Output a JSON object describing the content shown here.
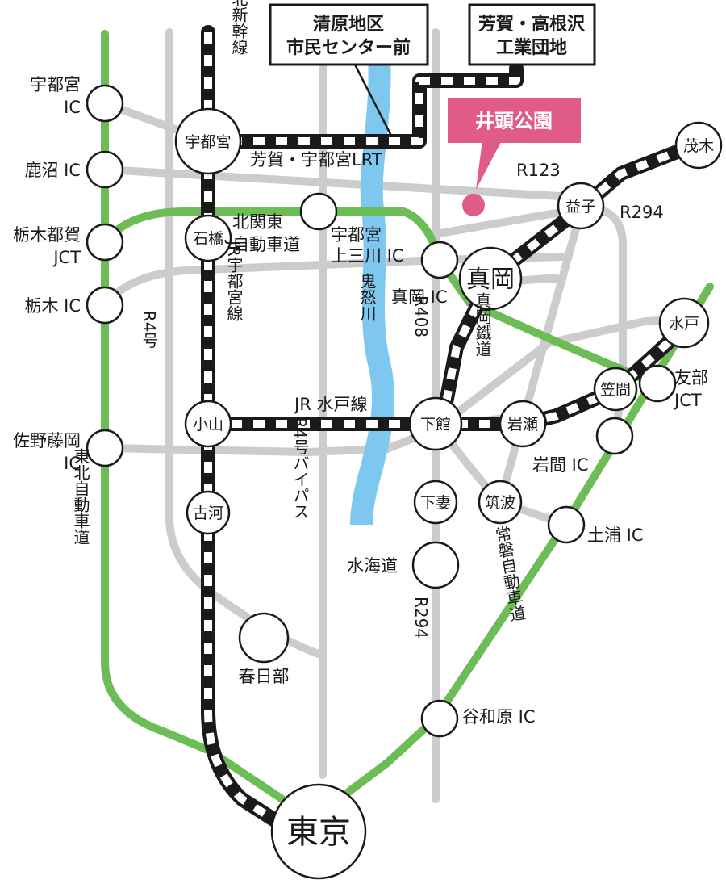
{
  "destination": {
    "name": "井頭公園",
    "color": "#e05c86"
  },
  "stations": {
    "utsunomiya": "宇都宮",
    "ishibashi": "石橋",
    "oyama": "小山",
    "koga": "古河",
    "tokyo": "東京",
    "shimodate": "下館",
    "moka": "真岡",
    "mashiko": "益子",
    "motegi": "茂木",
    "mito": "水戸",
    "kasama": "笠間",
    "iwase": "岩瀬",
    "shimotsuma": "下妻",
    "tsukuba": "筑波"
  },
  "labels": {
    "utsunomiya_ic_1": "宇都宮",
    "utsunomiya_ic_2": "IC",
    "kanuma_ic": "鹿沼 IC",
    "tochigitsuga_jct_1": "栃木都賀",
    "tochigitsuga_jct_2": "JCT",
    "tochigi_ic": "栃木 IC",
    "sano_ic_1": "佐野藤岡",
    "sano_ic_2": "IC",
    "kitakanto_1": "北関東",
    "kitakanto_2": "自動車道",
    "kaminokawa_1": "宇都宮",
    "kaminokawa_2": "上三川 IC",
    "moka_ic": "真岡 IC",
    "lrt": "芳賀・宇都宮LRT",
    "jr_mito_line": "JR 水戸線",
    "r123": "R123",
    "r294_top": "R294",
    "tomobe_1": "友部",
    "tomobe_2": "JCT",
    "iwama_ic": "岩間 IC",
    "tsuchiura_ic": "土浦 IC",
    "yawara_ic": "谷和原 IC",
    "mitsukaido": "水海道",
    "kasukabe": "春日部",
    "shinkansen_vert": "東北新幹線",
    "jr_utsunomiya_vert": "JR宇都宮線",
    "r4_vert": "R4号",
    "r4_bypass_vert": "R4号バイパス",
    "kinugawa_vert": "鬼怒川",
    "r408_vert": "R408",
    "moka_railway_vert": "真岡鐵道",
    "r294_vert": "R294",
    "tohoku_exp_vert": "東北自動車道",
    "joban_exp_vert": "常磐自動車道",
    "kiyohara_1": "清原地区",
    "kiyohara_2": "市民センター前",
    "haga_1": "芳賀・高根沢",
    "haga_2": "工業団地"
  },
  "colors": {
    "expressway": "#6cbd55",
    "road": "#cccccc",
    "river": "#7ec8ef",
    "rail": "#1a1a1a",
    "destination": "#e05c86"
  }
}
